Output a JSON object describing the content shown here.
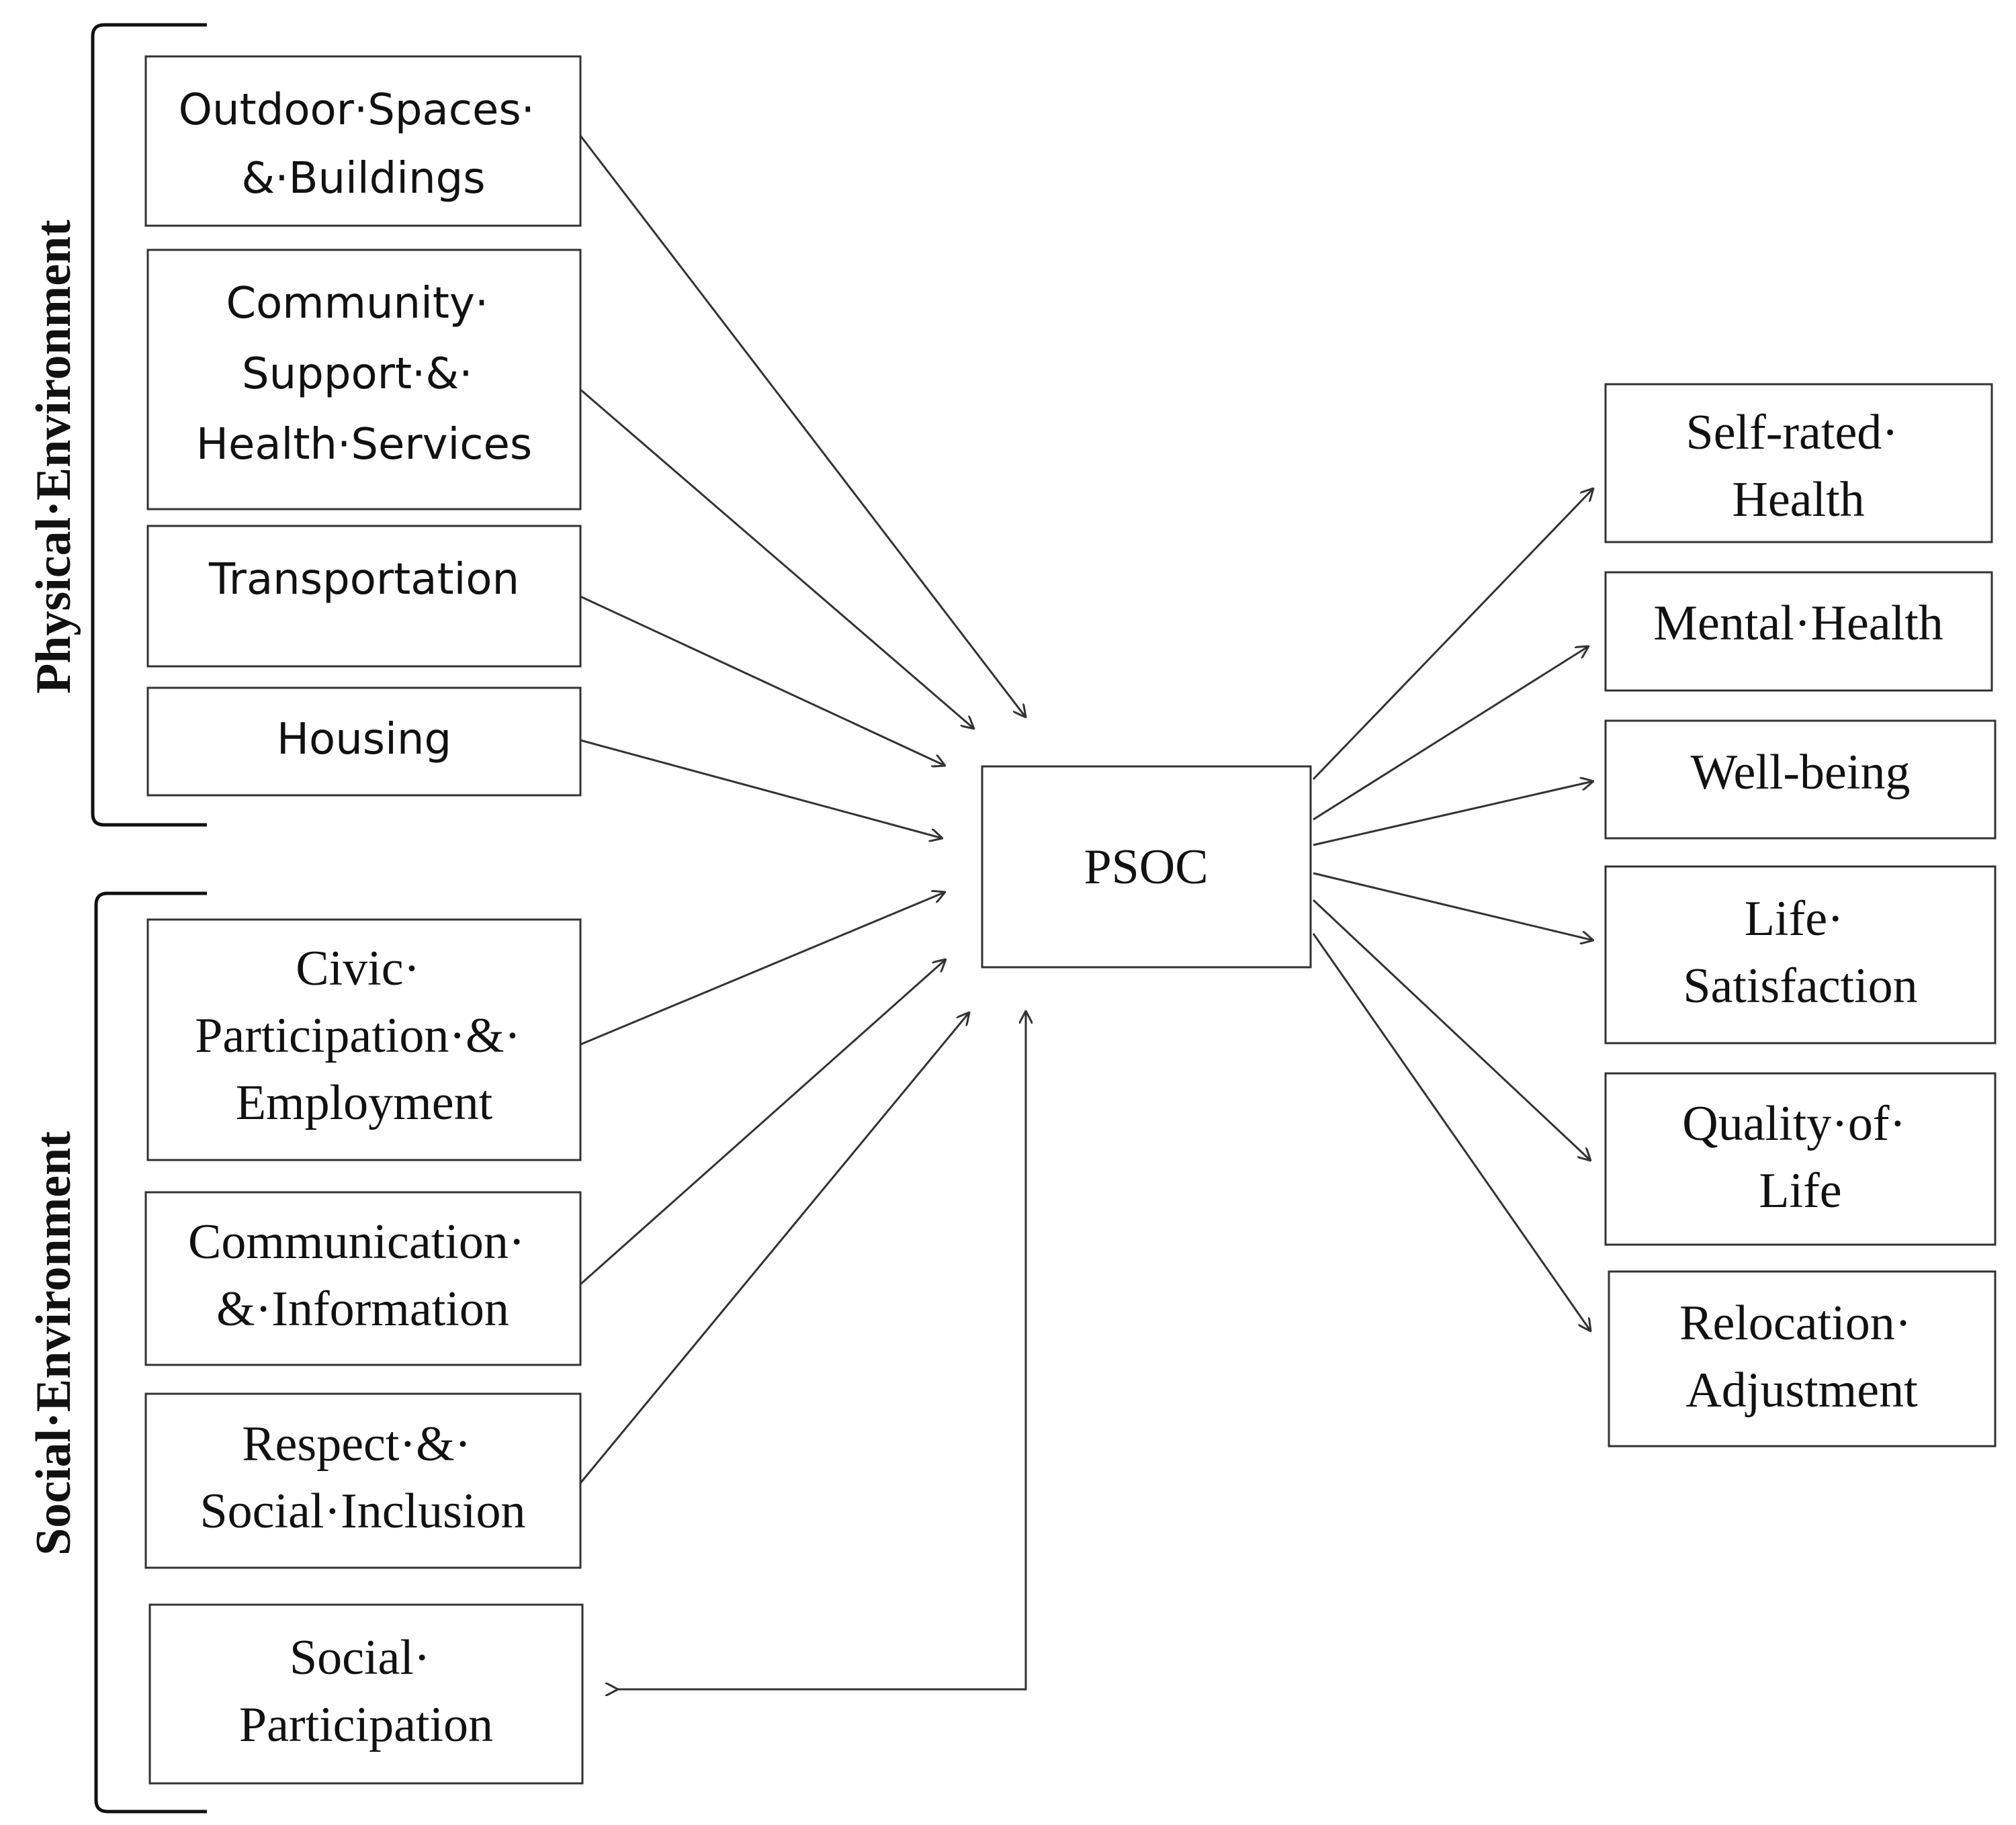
{
  "groups": {
    "physical": "Physical·Environment",
    "social": "Social·Environment"
  },
  "center": {
    "label": "PSOC"
  },
  "physical_factors": [
    {
      "lines": [
        "Outdoor·Spaces·",
        "&·Buildings"
      ]
    },
    {
      "lines": [
        "Community·",
        "Support·&·",
        "Health·Services"
      ]
    },
    {
      "lines": [
        "Transportation"
      ]
    },
    {
      "lines": [
        "Housing"
      ]
    }
  ],
  "social_factors": [
    {
      "lines": [
        "Civic·",
        "Participation·&·",
        "Employment"
      ]
    },
    {
      "lines": [
        "Communication·",
        "&·Information"
      ]
    },
    {
      "lines": [
        "Respect·&·",
        "Social·Inclusion"
      ]
    },
    {
      "lines": [
        "Social·",
        "Participation"
      ]
    }
  ],
  "outcomes": [
    {
      "lines": [
        "Self-rated·",
        "Health"
      ]
    },
    {
      "lines": [
        "Mental·Health"
      ]
    },
    {
      "lines": [
        "Well-being"
      ]
    },
    {
      "lines": [
        "Life·",
        "Satisfaction"
      ]
    },
    {
      "lines": [
        "Quality·of·",
        "Life"
      ]
    },
    {
      "lines": [
        "Relocation·",
        "Adjustment"
      ]
    }
  ]
}
